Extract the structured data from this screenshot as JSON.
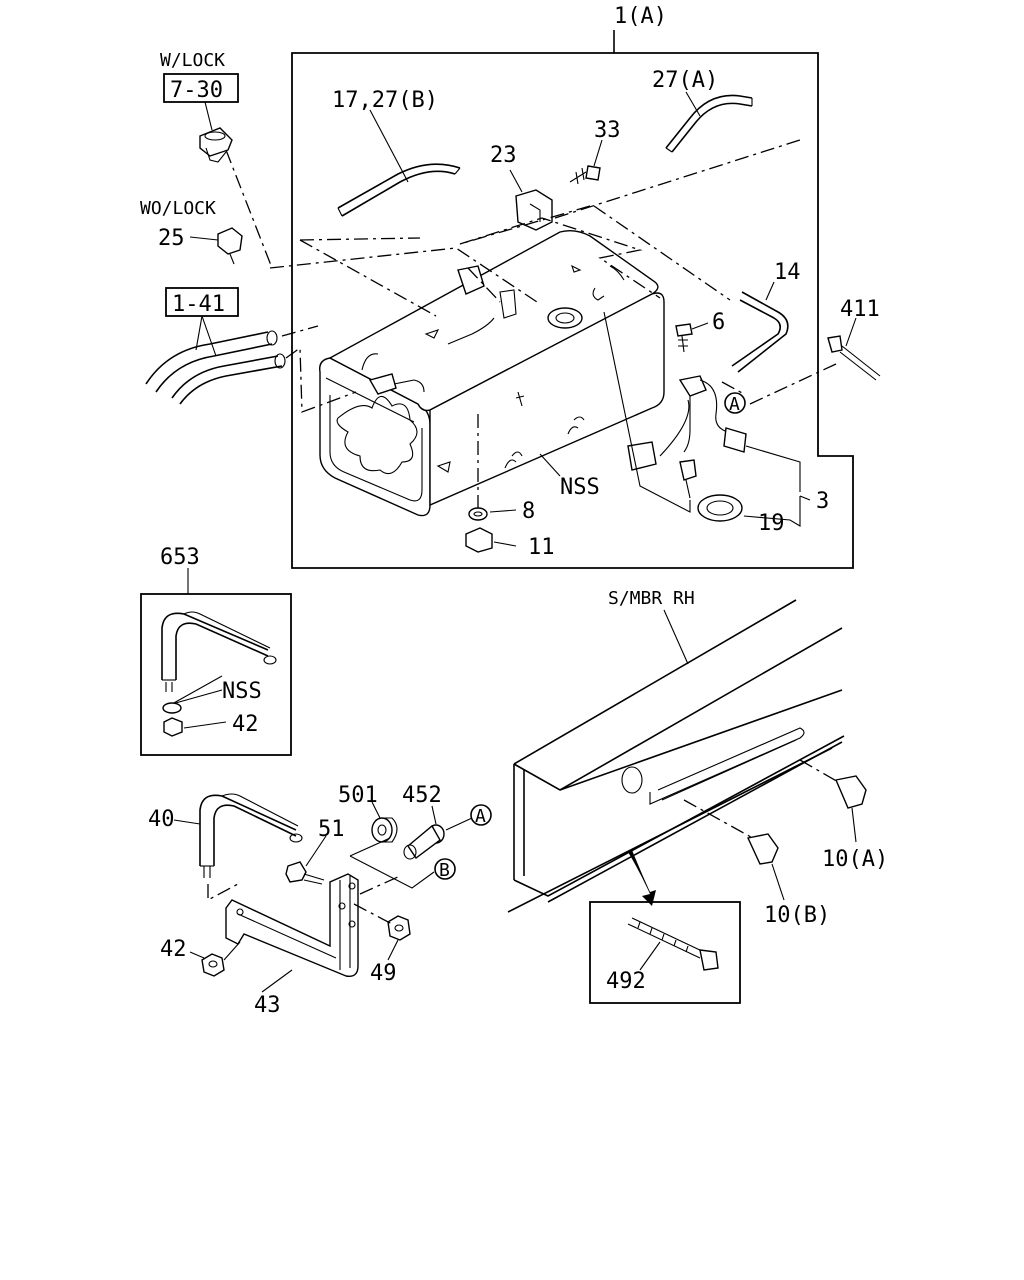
{
  "labels": {
    "main_assembly": "1(A)",
    "w_lock": "W/LOCK",
    "ref_7_30": "7-30",
    "wo_lock": "WO/LOCK",
    "cap_wo_lock": "25",
    "ref_1_41": "1-41",
    "hose_b": "17,27(B)",
    "hose_a": "27(A)",
    "clip_23": "23",
    "screw_33": "33",
    "hose_14": "14",
    "screw_6": "6",
    "tie_411": "411",
    "connector_a": "A",
    "nss_tank": "NSS",
    "sender_3": "3",
    "gasket_19": "19",
    "washer_8": "8",
    "plug_11": "11",
    "strap_653": "653",
    "nss_strap": "NSS",
    "nut_42_inset": "42",
    "side_member": "S/MBR RH",
    "strap_40": "40",
    "bolt_51": "51",
    "bushing_501": "501",
    "pin_452": "452",
    "connector_a2": "A",
    "connector_b": "B",
    "nut_42": "42",
    "bracket_43": "43",
    "nut_49": "49",
    "clip_10a": "10(A)",
    "clip_10b": "10(B)",
    "tie_492": "492"
  }
}
